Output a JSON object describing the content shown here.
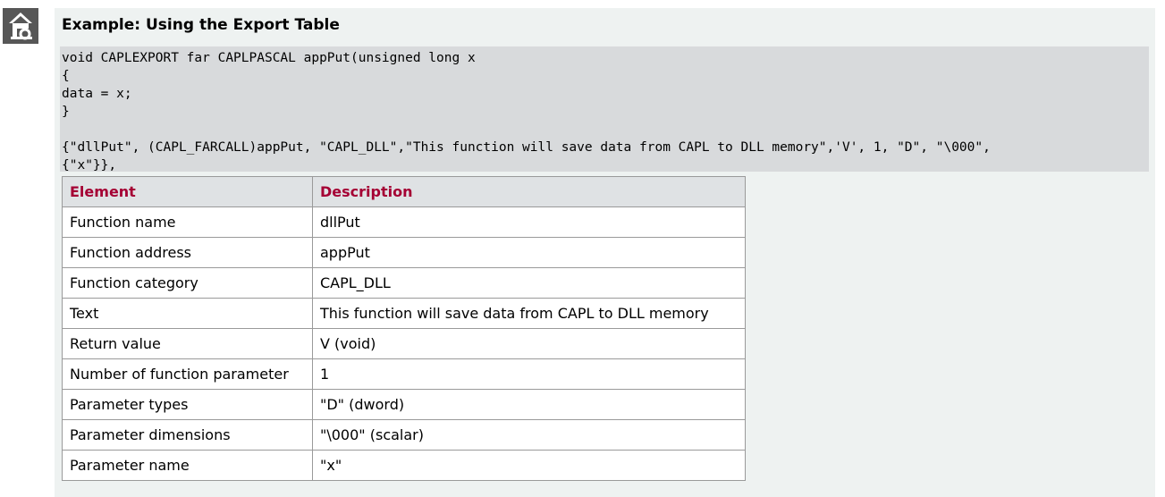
{
  "home_button": {
    "icon": "home-icon",
    "color": "#575757"
  },
  "example": {
    "title": "Example: Using the Export Table"
  },
  "code": {
    "lines": [
      "void CAPLEXPORT far CAPLPASCAL appPut(unsigned long x",
      "{",
      "data = x;",
      "}",
      "",
      "{\"dllPut\", (CAPL_FARCALL)appPut, \"CAPL_DLL\",\"This function will save data from CAPL to DLL memory\",'V', 1, \"D\", \"\\000\",",
      "{\"x\"}},"
    ]
  },
  "table": {
    "headers": [
      "Element",
      "Description"
    ],
    "header_color": "#a50034",
    "rows": [
      [
        "Function name",
        "dllPut"
      ],
      [
        "Function address",
        "appPut"
      ],
      [
        "Function category",
        "CAPL_DLL"
      ],
      [
        "Text",
        "This function will save data from CAPL to DLL memory"
      ],
      [
        "Return value",
        "V (void)"
      ],
      [
        "Number of function parameter",
        "1"
      ],
      [
        "Parameter types",
        "\"D\" (dword)"
      ],
      [
        "Parameter dimensions",
        "\"\\000\" (scalar)"
      ],
      [
        "Parameter name",
        "\"x\""
      ]
    ]
  }
}
